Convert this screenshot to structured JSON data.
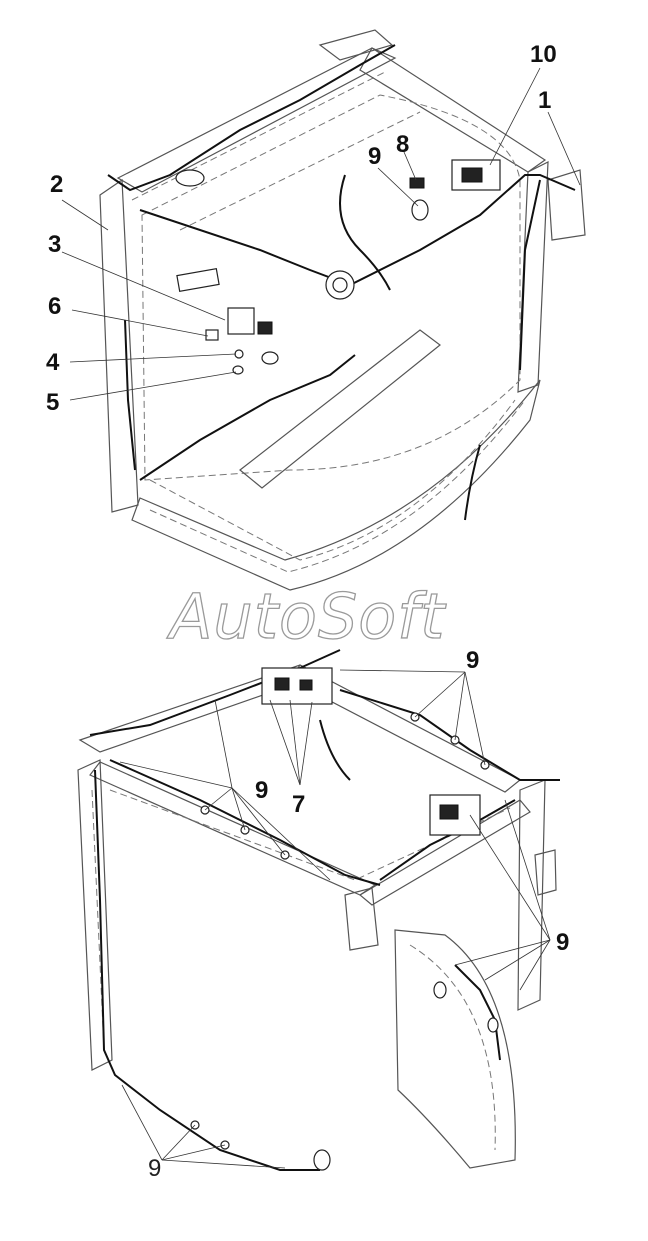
{
  "watermark": "AutoSoft",
  "callouts": {
    "c1": "1",
    "c2": "2",
    "c3": "3",
    "c4": "4",
    "c5": "5",
    "c6": "6",
    "c7": "7",
    "c8": "8",
    "c9a": "9",
    "c9b": "9",
    "c9c": "9",
    "c9d": "9",
    "c9e": "9",
    "c10": "10"
  },
  "colors": {
    "ink": "#111111",
    "frame": "#555555",
    "watermark": "#9a9a9a"
  }
}
